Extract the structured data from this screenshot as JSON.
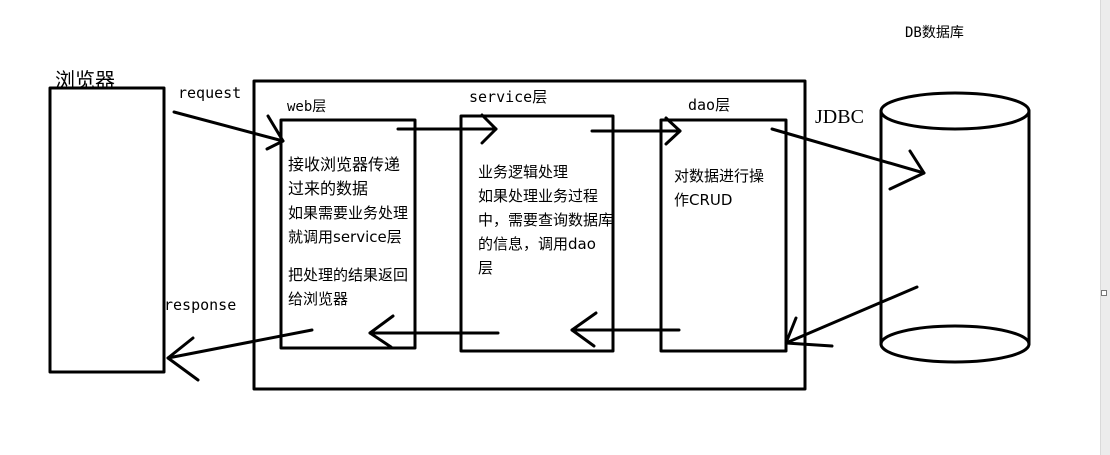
{
  "labels": {
    "db": "DB数据库",
    "browser": "浏览器",
    "request": "request",
    "response": "response",
    "web_layer": "web层",
    "service_layer": "service层",
    "dao_layer": "dao层",
    "jdbc": "JDBC"
  },
  "web_text": {
    "line1": "接收浏览器传递",
    "line2": "过来的数据",
    "line3": "如果需要业务处理",
    "line4": "就调用service层",
    "line5": "把处理的结果返回",
    "line6": "给浏览器"
  },
  "service_text": {
    "line1": "业务逻辑处理",
    "line2": "如果处理业务过程",
    "line3": "中，需要查询数据库",
    "line4": "的信息，调用dao",
    "line5": "层"
  },
  "dao_text": {
    "line1": "对数据进行操",
    "line2": "作CRUD"
  },
  "colors": {
    "stroke": "#000000",
    "background": "#ffffff"
  }
}
